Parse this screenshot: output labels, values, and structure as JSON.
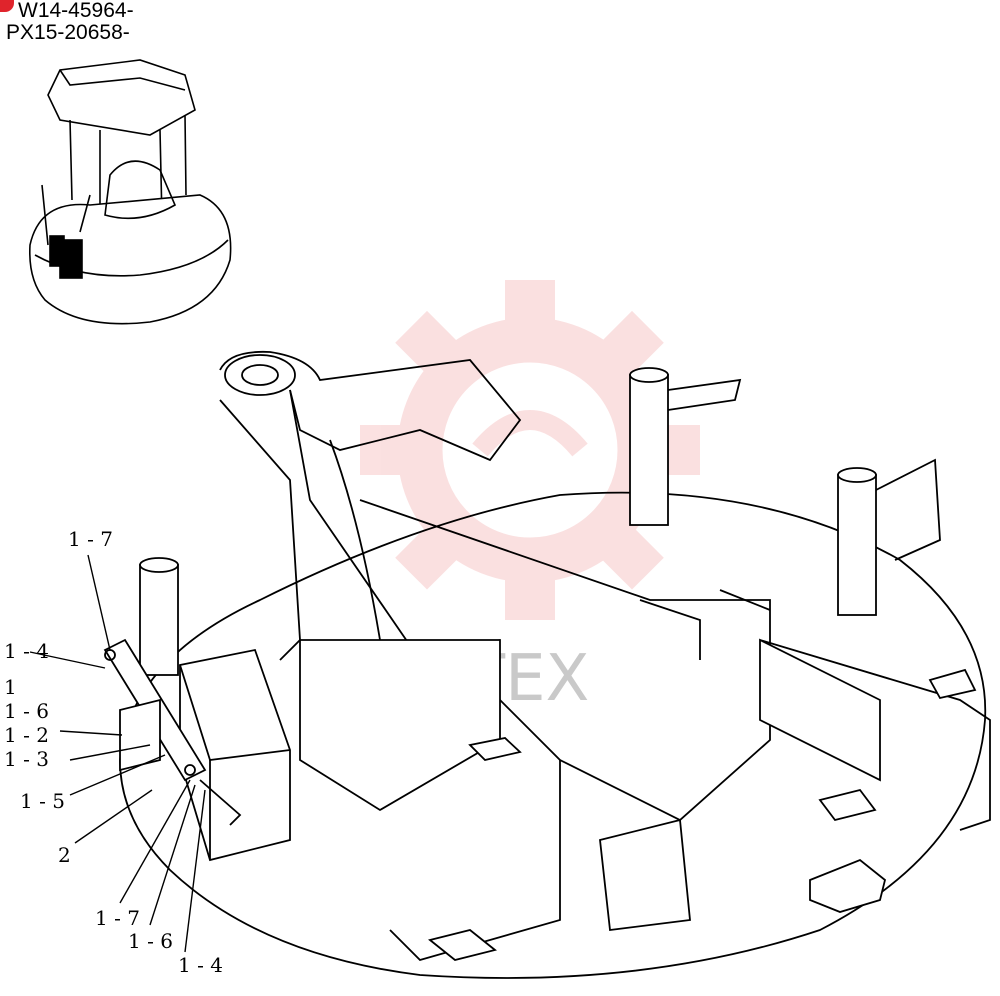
{
  "header": {
    "serial_from": "W14-45964-",
    "serial_to": "PX15-20658-"
  },
  "watermark": {
    "text": "ИНТЕХ",
    "color": "#f7c8c8"
  },
  "labels": [
    {
      "id": "l-1-7-top",
      "text": "1 - 7"
    },
    {
      "id": "l-1-4-top",
      "text": "1 - 4"
    },
    {
      "id": "l-1",
      "text": "1"
    },
    {
      "id": "l-1-6-left",
      "text": "1 - 6"
    },
    {
      "id": "l-1-2",
      "text": "1 - 2"
    },
    {
      "id": "l-1-3",
      "text": "1 - 3"
    },
    {
      "id": "l-1-5",
      "text": "1 - 5"
    },
    {
      "id": "l-2",
      "text": "2"
    },
    {
      "id": "l-1-7-bot",
      "text": "1 - 7"
    },
    {
      "id": "l-1-6-bot",
      "text": "1 - 6"
    },
    {
      "id": "l-1-4-bot",
      "text": "1 - 4"
    }
  ],
  "colors": {
    "line": "#000000",
    "accent": "#e0242c"
  }
}
